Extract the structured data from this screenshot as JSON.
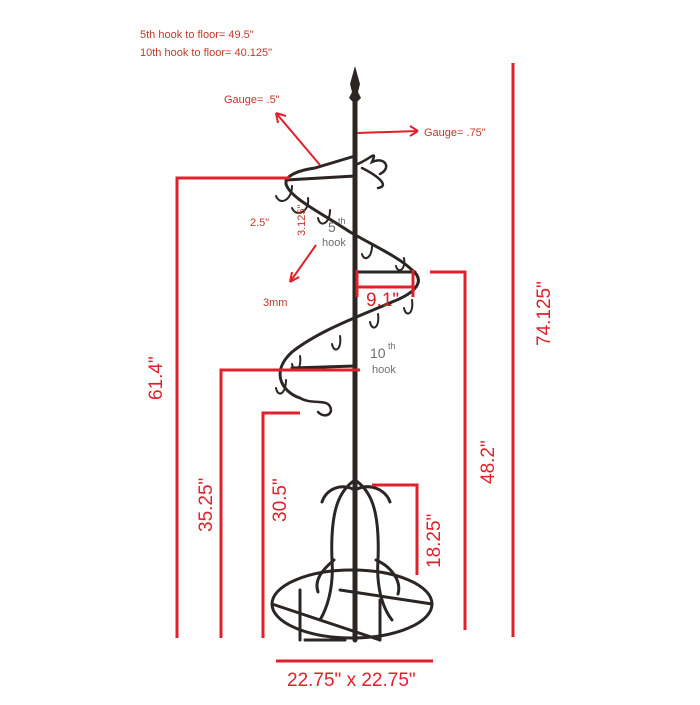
{
  "notes": {
    "hook5_to_floor": "5th hook to floor= 49.5\"",
    "hook10_to_floor": "10th hook to floor= 40.125\""
  },
  "gauges": {
    "gauge_top": "Gauge= .5\"",
    "gauge_pole": "Gauge= .75\"",
    "wire": "3mm"
  },
  "hooks": {
    "hook5_num": "5",
    "hook5_sup": "th",
    "hook5_word": "hook",
    "hook10_num": "10",
    "hook10_sup": "th",
    "hook10_word": "hook"
  },
  "small_dims": {
    "hook_spacing": "2.5\"",
    "hook_length": "3.125\""
  },
  "dimensions": {
    "arm_width": "9.1\"",
    "height_61": "61.4\"",
    "height_35": "35.25\"",
    "height_30": "30.5\"",
    "height_48": "48.2\"",
    "height_74": "74.125\"",
    "base_leg": "18.25\"",
    "base_size": "22.75\" x 22.75\""
  },
  "colors": {
    "dimension_red": "#e0202a",
    "note_red": "#c0392b",
    "metal": "#2b2624"
  }
}
